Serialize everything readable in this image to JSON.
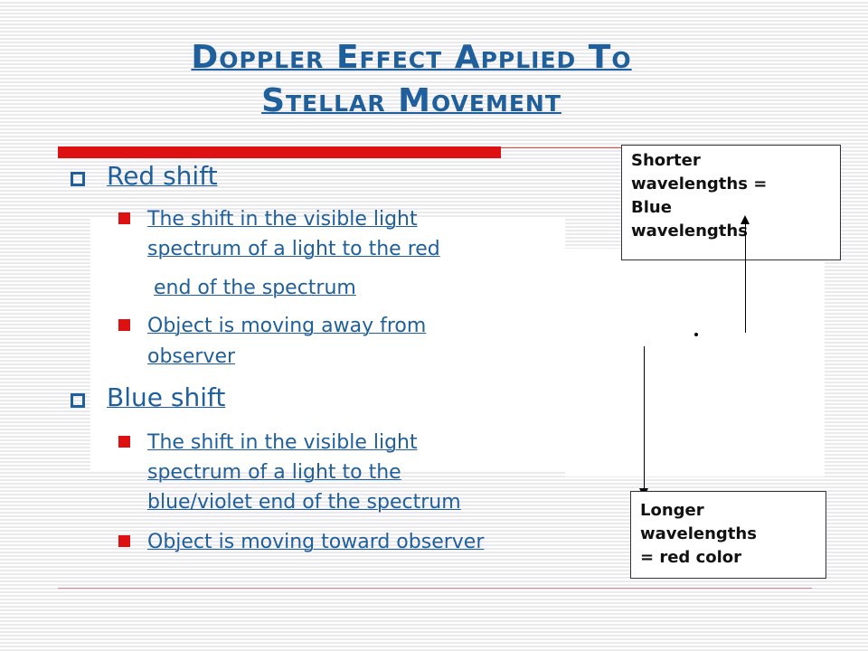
{
  "slide": {
    "title_line1": "Doppler Effect Applied To",
    "title_line2": "Stellar Movement",
    "red_shift": {
      "heading": "Red shift",
      "point1_line1": "The shift in the visible light",
      "point1_line2": "spectrum of a light to the red",
      "point1_line3": "end of the spectrum",
      "point2_line1": "Object is moving away from",
      "point2_line2": "observer"
    },
    "blue_shift": {
      "heading": "Blue shift",
      "point1_line1": "The shift in the visible light",
      "point1_line2": "spectrum of a light to the",
      "point1_line3": "blue/violet end of the spectrum",
      "point2_line1": "Object is moving toward observer"
    },
    "box_top": {
      "line1": "Shorter",
      "line2": "wavelengths =",
      "line3": "Blue",
      "line4": "wavelengths"
    },
    "box_bottom": {
      "line1": "Longer",
      "line2": "wavelengths",
      "line3": "= red color"
    }
  },
  "colors": {
    "accent_red": "#dd1111",
    "text_blue": "#1f5f9b"
  }
}
